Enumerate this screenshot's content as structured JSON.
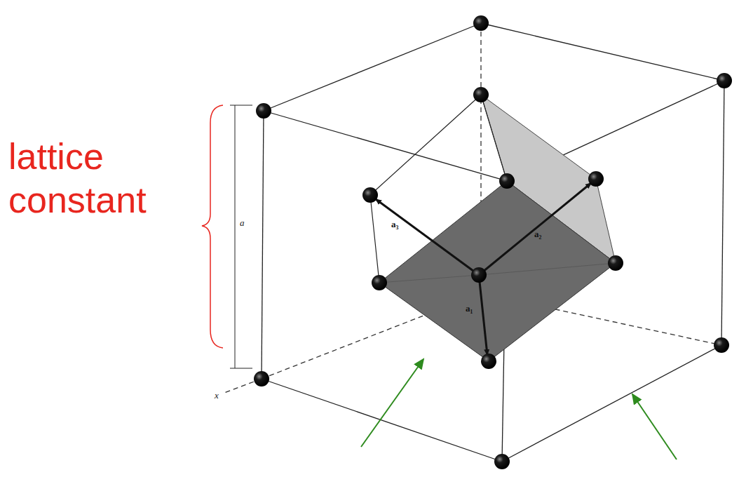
{
  "diagram": {
    "labels": [
      "lattice constant",
      "a",
      "a₃",
      "a₂",
      "a₁",
      "x"
    ]
  }
}
